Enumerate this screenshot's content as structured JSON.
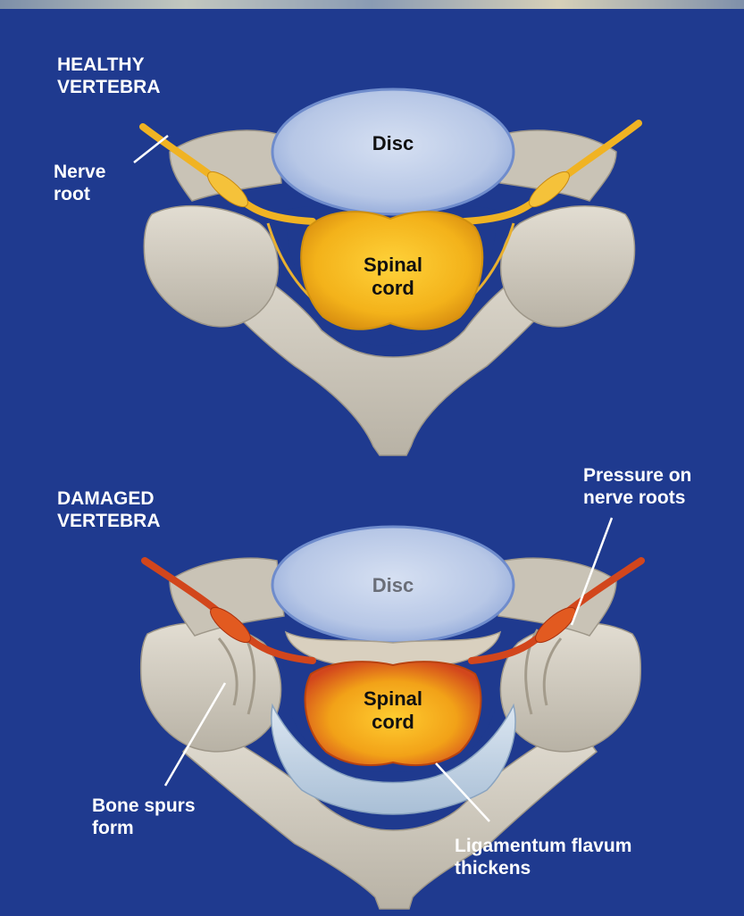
{
  "healthy": {
    "title": "HEALTHY\nVERTEBRA",
    "disc": "Disc",
    "nerve_root": "Nerve\nroot",
    "spinal_cord": "Spinal\ncord"
  },
  "damaged": {
    "title": "DAMAGED\nVERTEBRA",
    "disc": "Disc",
    "spinal_cord": "Spinal\ncord",
    "pressure": "Pressure on\nnerve roots",
    "bone_spurs": "Bone spurs\nform",
    "ligamentum": "Ligamentum flavum\nthickens"
  },
  "colors": {
    "background": "#1f3a8f",
    "bone": "#d3cec2",
    "disc": "#b9c9e8",
    "spinal_cord": "#f2b51c",
    "nerve_healthy": "#f0b323",
    "nerve_damaged": "#d2461c",
    "ligament": "#c6d7e8"
  }
}
